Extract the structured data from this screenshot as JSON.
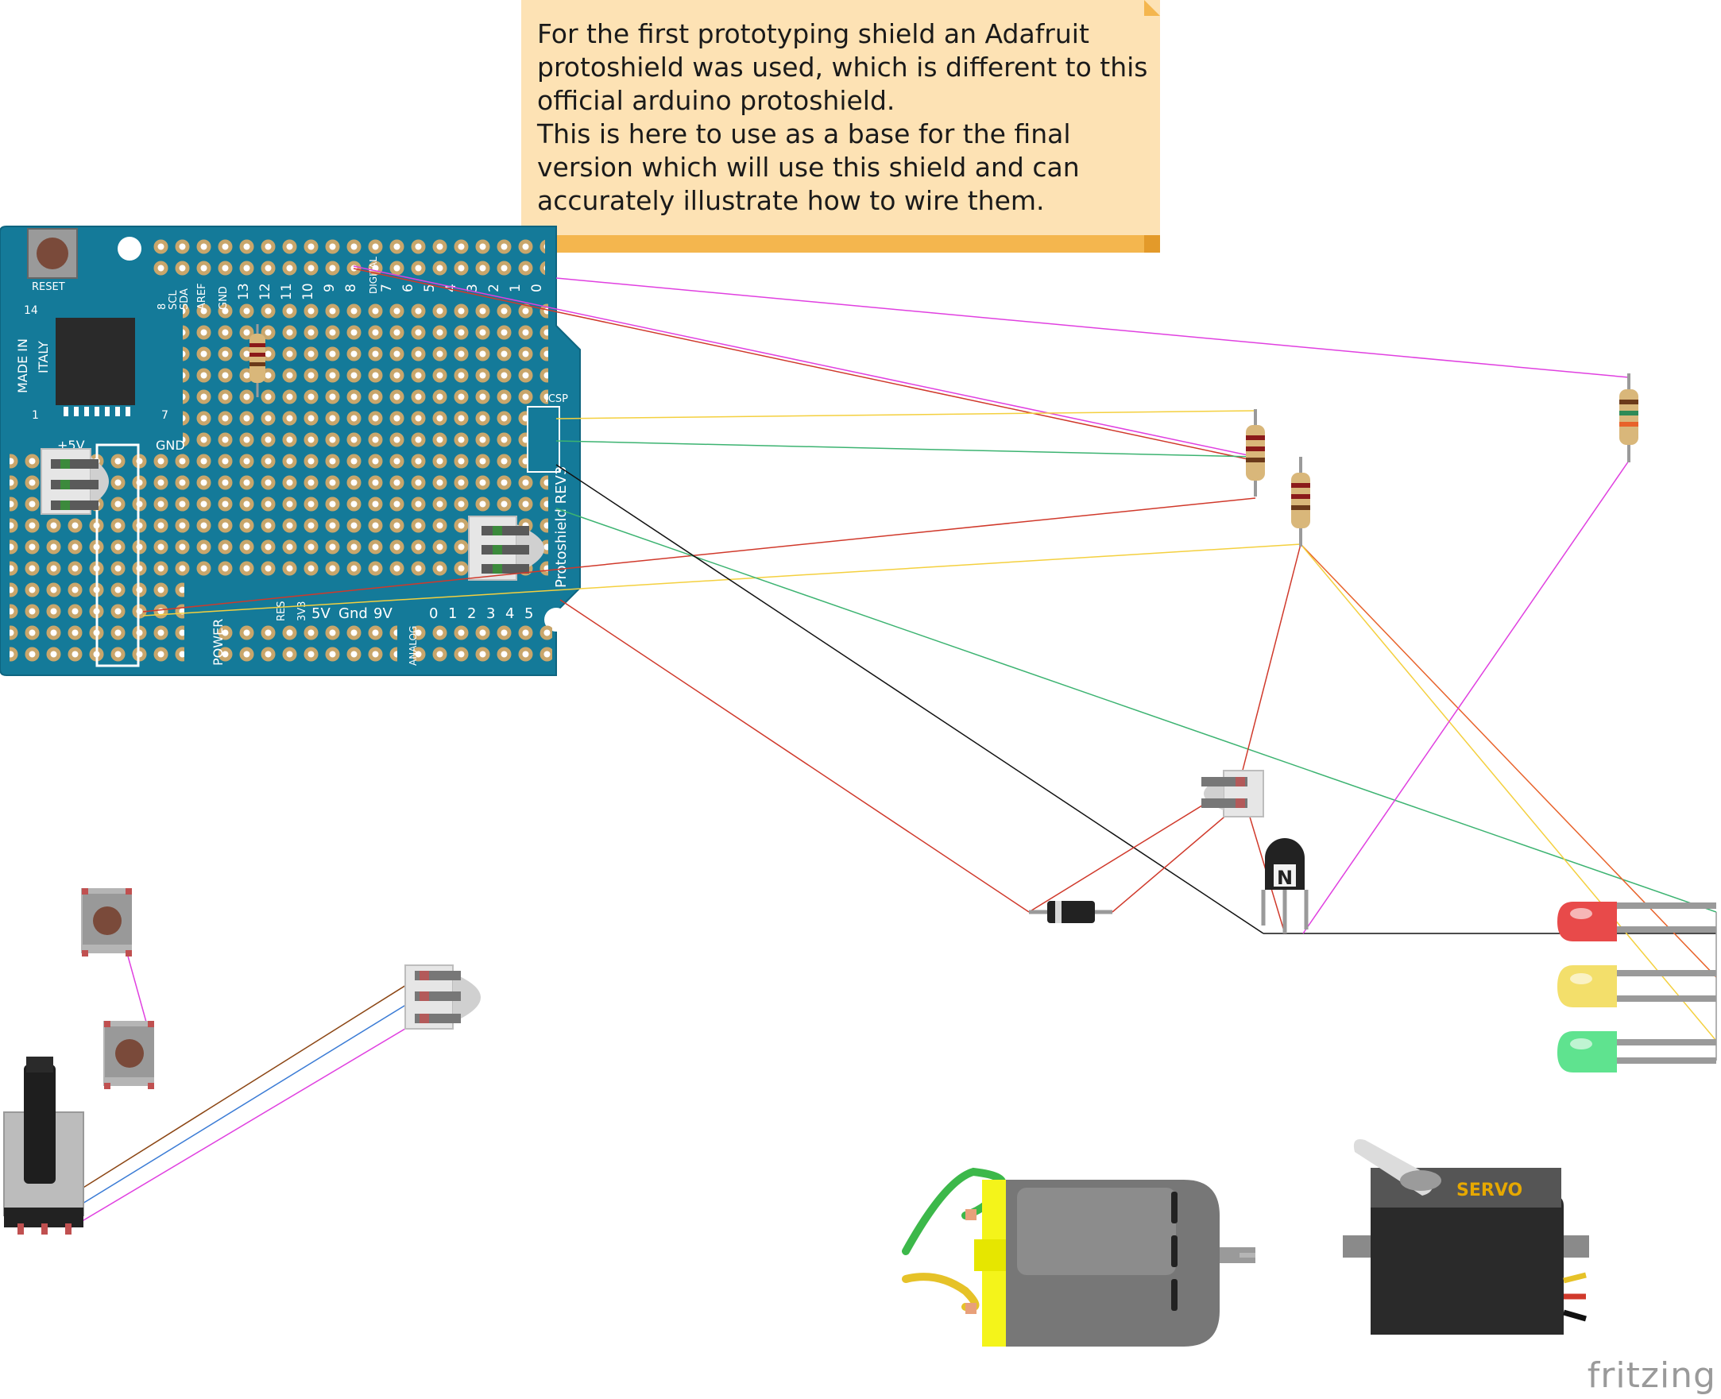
{
  "note": {
    "lines": [
      "For the first prototyping shield an Adafruit",
      "protoshield was used, which is different to this",
      "official arduino protoshield.",
      "This is here to use as a base for the final",
      "version which will use this shield and can",
      "accurately illustrate how to wire them."
    ]
  },
  "shield": {
    "reset_label": "RESET",
    "made_in": [
      "MADE IN",
      "ITALY"
    ],
    "chip_pin_labels": [
      "14",
      "1",
      "7"
    ],
    "plus5v_label": "+5V",
    "gnd_label": "GND",
    "icsp_label": "ICSP",
    "digital_label": "DIGITAL",
    "power_label": "POWER",
    "analog_label": "ANALOG",
    "top_pin_labels": [
      "8",
      "SCL",
      "SDA",
      "AREF",
      "GND",
      "13",
      "12",
      "11",
      "10",
      "9",
      "8"
    ],
    "top_right_labels": [
      "7",
      "6",
      "5",
      "4",
      "3",
      "2",
      "1",
      "0"
    ],
    "bottom_power_labels": [
      "RES",
      "3V3",
      "5V",
      "Gnd",
      "9V"
    ],
    "analog_pin_labels": [
      "0",
      "1",
      "2",
      "3",
      "4",
      "5"
    ],
    "side_text": "Protoshield REV3"
  },
  "transistor_label": "N",
  "servo_label": "SERVO",
  "brand": "fritzing",
  "colors": {
    "board": "#147a99",
    "note_bg": "#fde2b4",
    "note_bar": "#f4b64e",
    "wire_pink": "#e040e0",
    "wire_yellow": "#f4d03f",
    "wire_green": "#3cb371",
    "wire_red": "#d0392b",
    "wire_black": "#111111",
    "wire_brown": "#8b4513",
    "wire_blue": "#3a7bd5"
  }
}
